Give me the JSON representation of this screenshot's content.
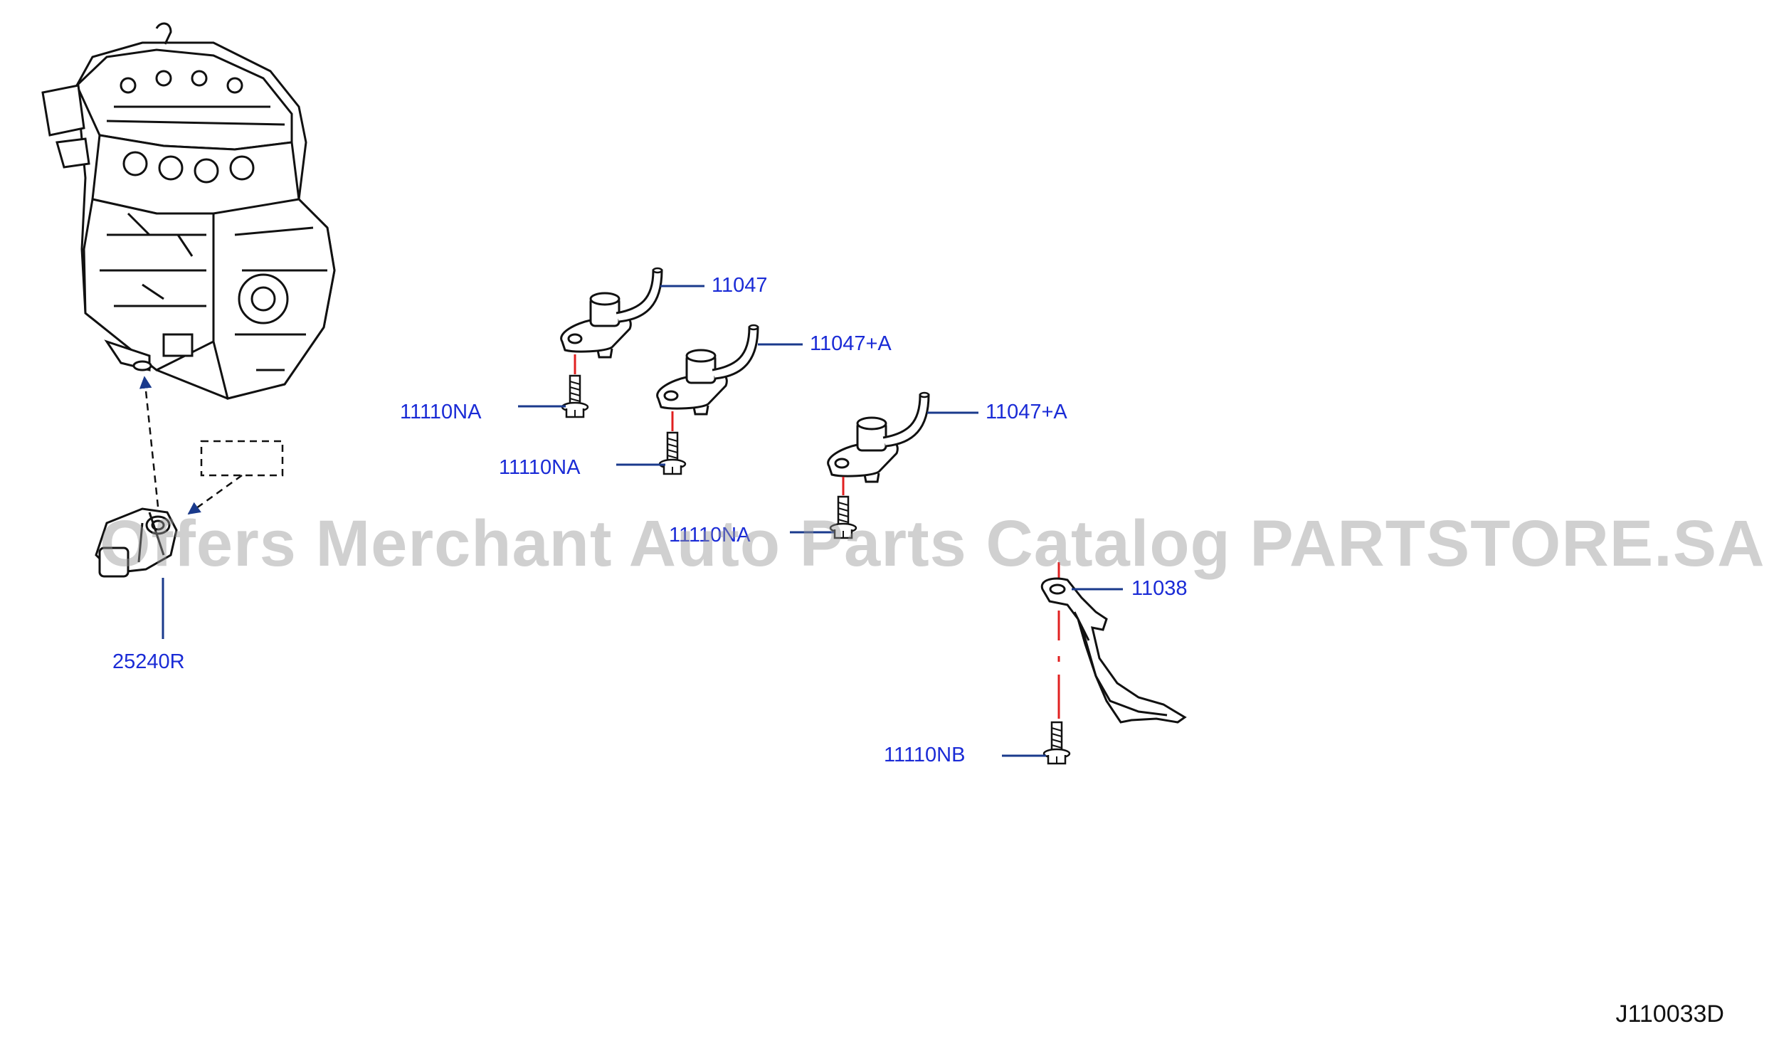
{
  "diagram": {
    "code": "J110033D",
    "callouts": [
      {
        "id": "c1",
        "text": "11047"
      },
      {
        "id": "c2",
        "text": "11047+A"
      },
      {
        "id": "c3",
        "text": "11047+A"
      },
      {
        "id": "c4",
        "text": "11110NA"
      },
      {
        "id": "c5",
        "text": "11110NA"
      },
      {
        "id": "c6",
        "text": "11110NA"
      },
      {
        "id": "c7",
        "text": "11038"
      },
      {
        "id": "c8",
        "text": "11110NB"
      },
      {
        "id": "c9",
        "text": "25240R"
      }
    ],
    "colors": {
      "callout": "#1a2bd6",
      "leader_line": "#1a3a8c",
      "bolt_axis": "#e02020",
      "drawing": "#111111",
      "watermark": "#969696"
    }
  },
  "watermark": {
    "text": "Offers Merchant Auto Parts Catalog PARTSTORE.SA"
  }
}
